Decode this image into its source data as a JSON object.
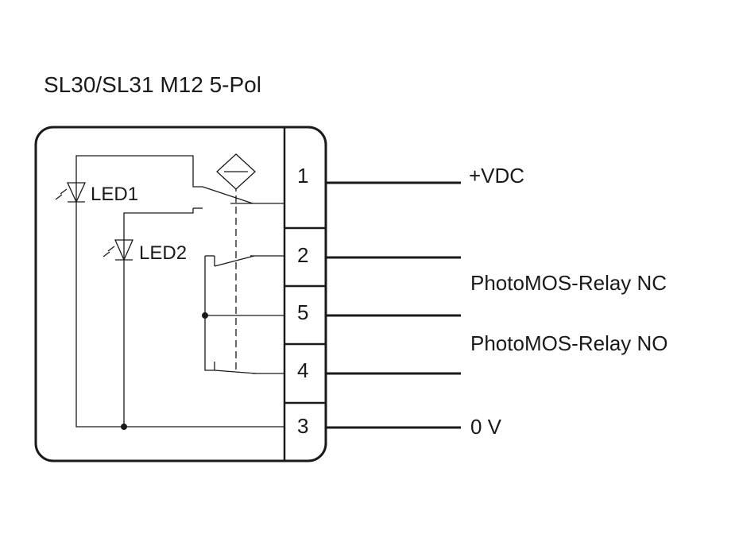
{
  "title": "SL30/SL31 M12 5-Pol",
  "leds": {
    "led1": "LED1",
    "led2": "LED2"
  },
  "pins": {
    "p1": "1",
    "p2": "2",
    "p5": "5",
    "p4": "4",
    "p3": "3"
  },
  "signals": {
    "vdc": "+VDC",
    "relay_nc": "PhotoMOS-Relay NC",
    "relay_no": "PhotoMOS-Relay NO",
    "zero_v": "0 V"
  }
}
